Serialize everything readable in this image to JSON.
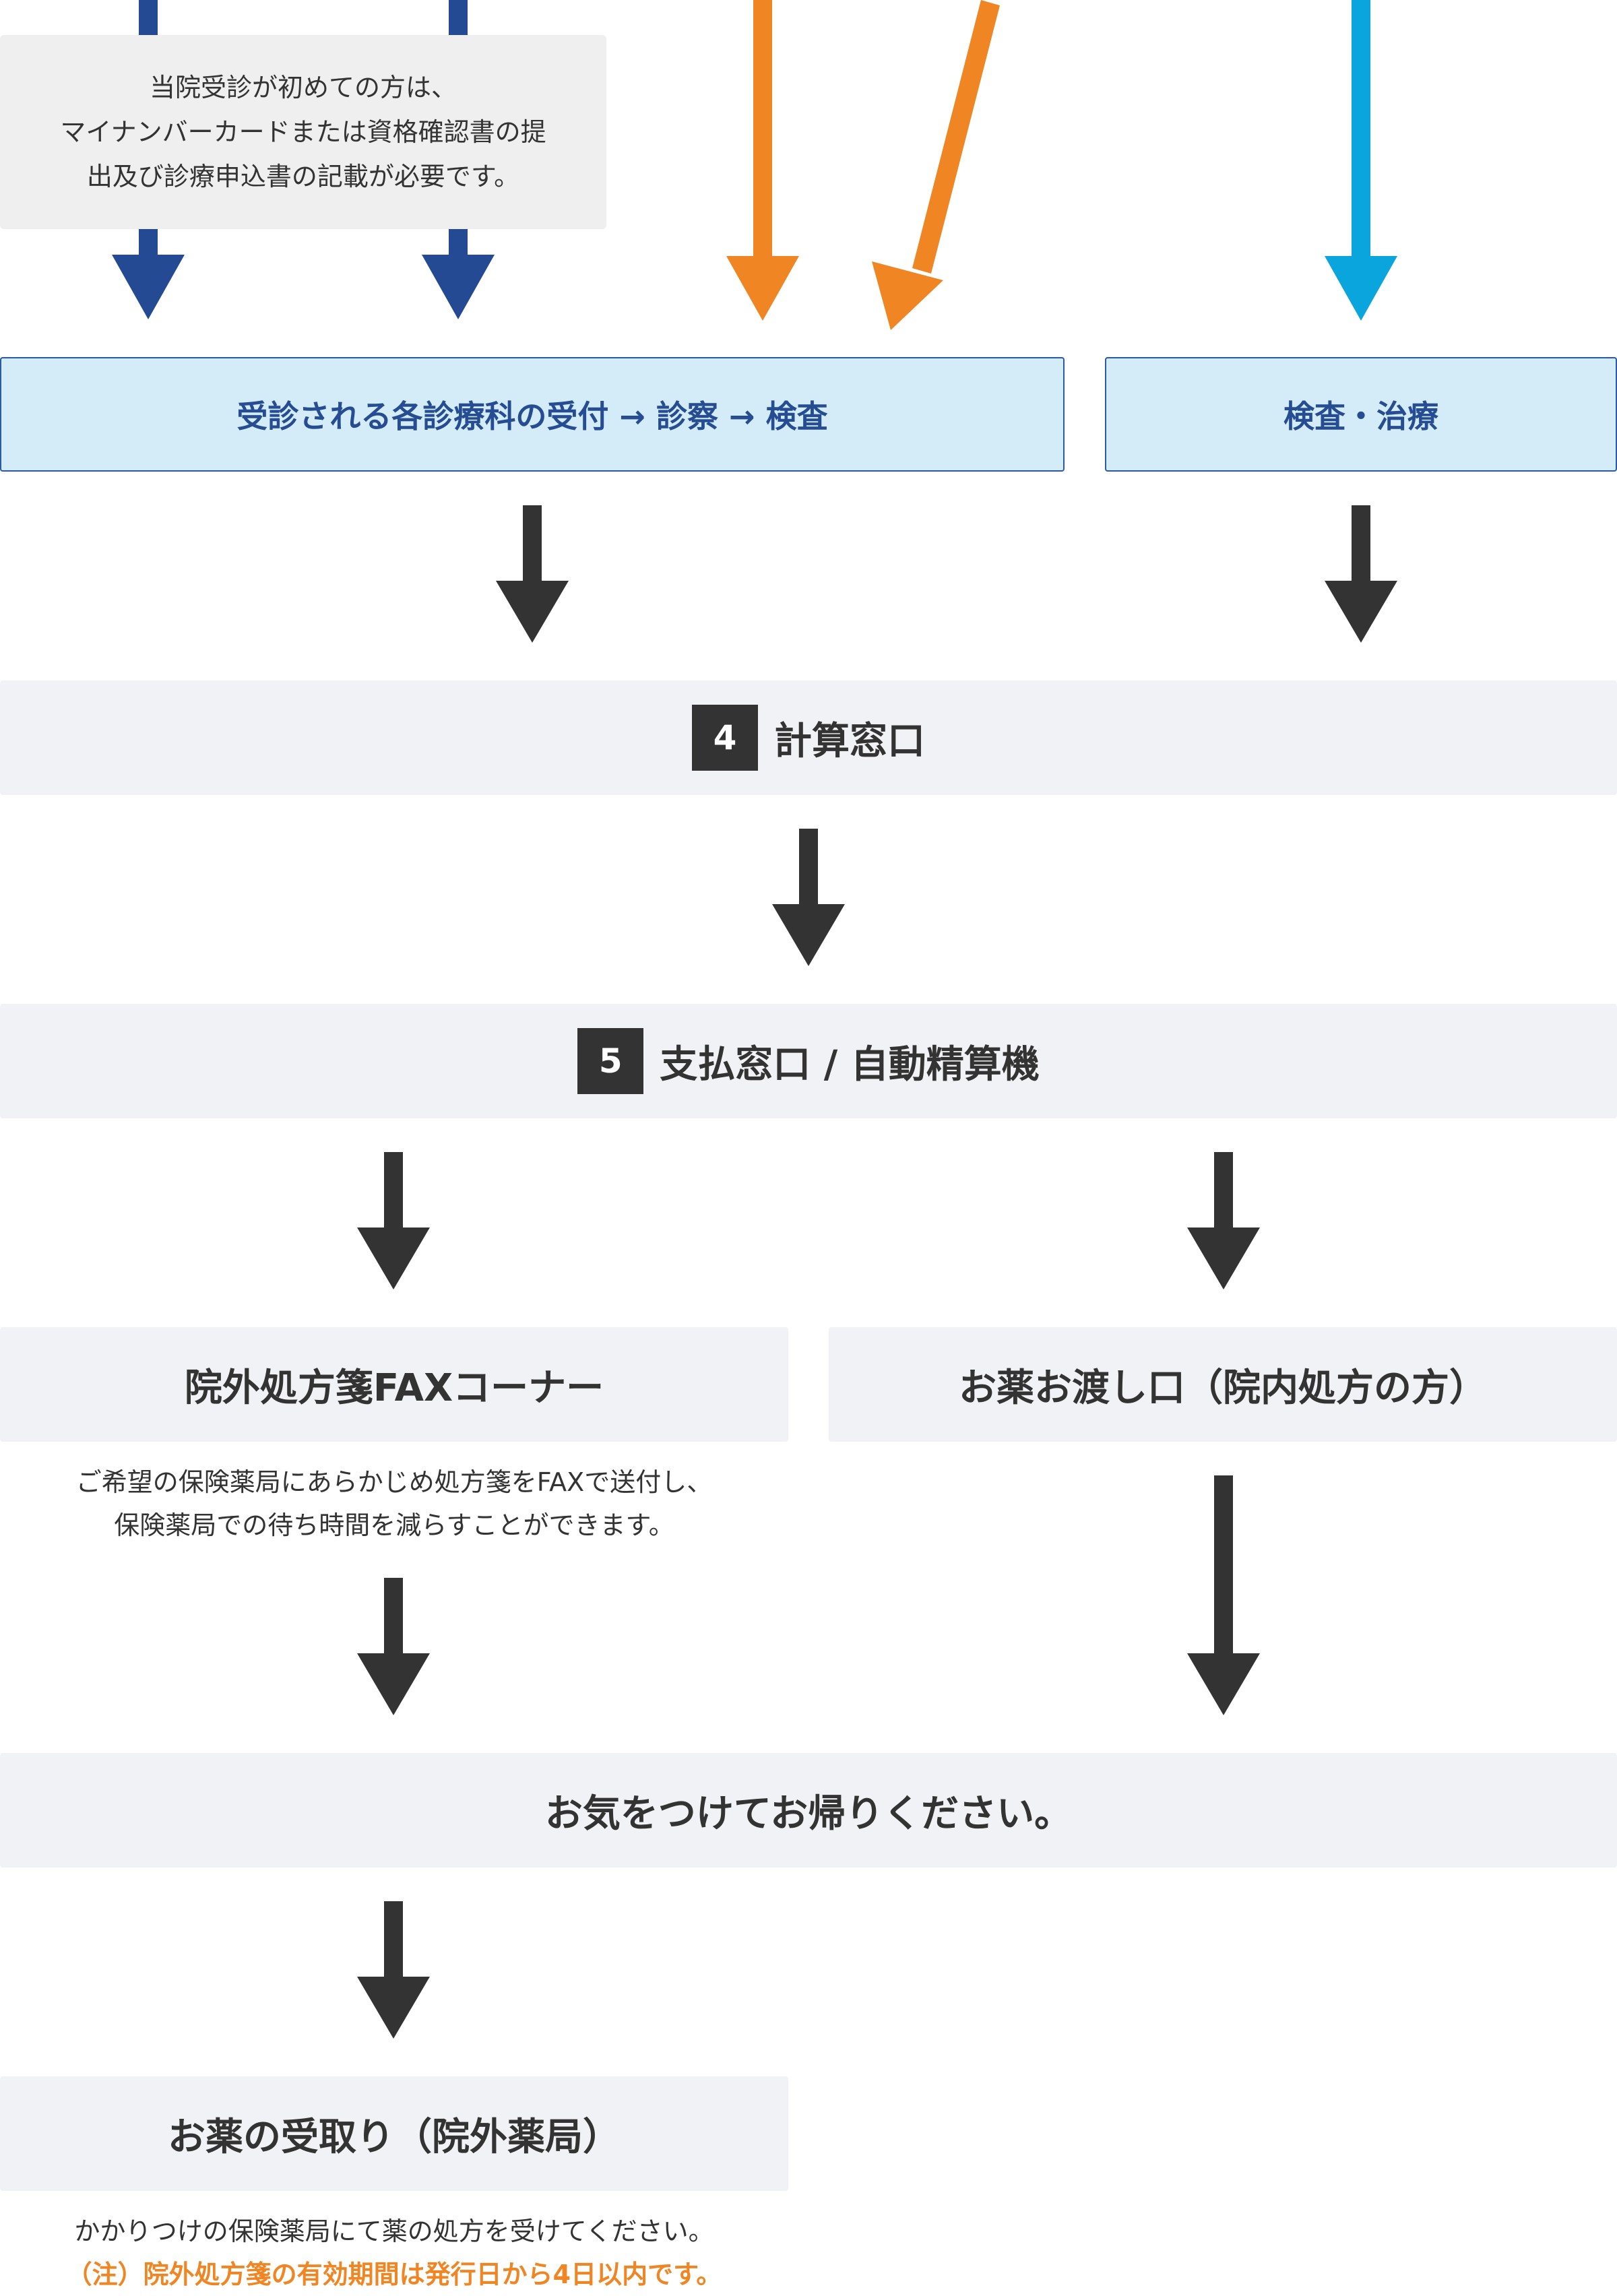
{
  "note": {
    "lines": [
      "当院受診が初めての方は、",
      "マイナンバーカードまたは資格確認書の提",
      "出及び診療申込書の記載が必要です。"
    ]
  },
  "boxes": {
    "reception": "受診される各診療科の受付 → 診察 → 検査",
    "exam_treatment": "検査・治療",
    "step4": {
      "number": "4",
      "label": "計算窓口"
    },
    "step5": {
      "number": "5",
      "label": "支払窓口 / 自動精算機"
    },
    "fax_corner": "院外処方箋FAXコーナー",
    "medicine_pickup_internal": "お薬お渡し口（院内処方の方）",
    "goodbye": "お気をつけてお帰りください。",
    "medicine_pickup_external": "お薬の受取り（院外薬局）"
  },
  "fax_description": [
    "ご希望の保険薬局にあらかじめ処方箋をFAXで送付し、",
    "保険薬局での待ち時間を減らすことができます。"
  ],
  "pharmacy_description": {
    "line1": "かかりつけの保険薬局にて薬の処方を受けてください。",
    "note": "（注）院外処方箋の有効期間は発行日から4日以内です。"
  },
  "colors": {
    "arrow_navy": "#244a93",
    "arrow_orange": "#ef8623",
    "arrow_cyan": "#0aa5dc",
    "arrow_dark": "#333333",
    "accent_orange_text": "#ef8623"
  }
}
